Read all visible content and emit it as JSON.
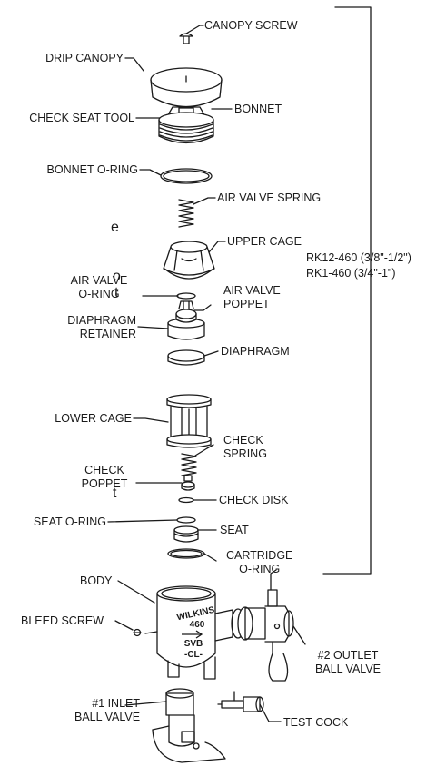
{
  "labels": {
    "canopy_screw": "CANOPY SCREW",
    "drip_canopy": "DRIP CANOPY",
    "check_seat_tool": "CHECK SEAT TOOL",
    "bonnet": "BONNET",
    "bonnet_oring": "BONNET O-RING",
    "air_valve_spring": "AIR VALVE SPRING",
    "upper_cage": "UPPER CAGE",
    "air_valve_oring_1": "AIR VALVE",
    "air_valve_oring_2": "O-RING",
    "air_valve_poppet_1": "AIR VALVE",
    "air_valve_poppet_2": "POPPET",
    "diaphragm_retainer_1": "DIAPHRAGM",
    "diaphragm_retainer_2": "RETAINER",
    "diaphragm": "DIAPHRAGM",
    "lower_cage": "LOWER CAGE",
    "check_spring_1": "CHECK",
    "check_spring_2": "SPRING",
    "check_poppet_1": "CHECK",
    "check_poppet_2": "POPPET",
    "check_disk": "CHECK DISK",
    "seat_oring": "SEAT O-RING",
    "seat": "SEAT",
    "cartridge_oring_1": "CARTRIDGE",
    "cartridge_oring_2": "O-RING",
    "body": "BODY",
    "bleed_screw": "BLEED SCREW",
    "outlet_ball_valve_1": "#2 OUTLET",
    "outlet_ball_valve_2": "BALL VALVE",
    "inlet_ball_valve_1": "#1 INLET",
    "inlet_ball_valve_2": "BALL VALVE",
    "test_cock": "TEST COCK"
  },
  "repair_kits": {
    "kit_small": "RK12-460 (3/8\"-1/2\")",
    "kit_large": "RK1-460 (3/4\"-1\")"
  },
  "body_marking": {
    "brand": "WILKINS",
    "model": "460",
    "type": "SVB",
    "suffix": "-CL-"
  },
  "edge_fragments": {
    "f1": "e",
    "f2": "o",
    "f3": "t",
    "f4": "t"
  }
}
